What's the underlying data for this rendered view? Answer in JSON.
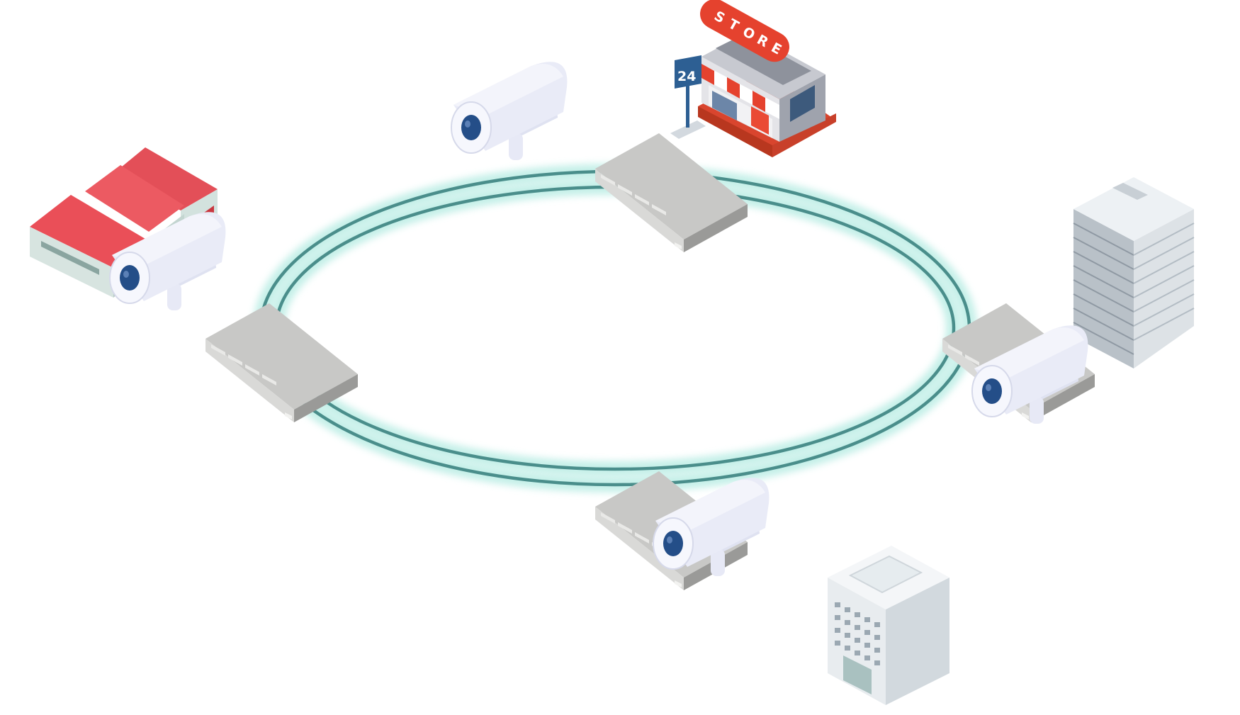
{
  "store": {
    "sign_letters": [
      "S",
      "T",
      "O",
      "R",
      "E"
    ]
  },
  "open_24": {
    "label": "24"
  },
  "colors": {
    "ring_core": "#4a8e8b",
    "ring_glow": "#c9f0ea",
    "switch_top": "#c8c8c6",
    "switch_side": "#9a9a98",
    "camera_body": "#eef0fa",
    "camera_lens": "#244e88",
    "store_red": "#e9452e",
    "warehouse_roof": "#e8525a",
    "tower_grey": "#dde2e6"
  },
  "icons": [
    "ring-network",
    "network-switch",
    "security-camera",
    "warehouse",
    "store",
    "office-tower",
    "office-building"
  ]
}
